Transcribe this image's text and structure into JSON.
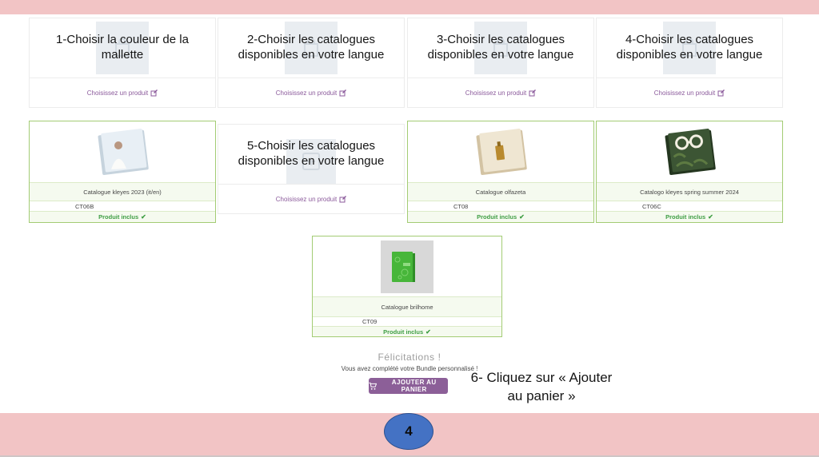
{
  "page": {
    "page_number": "4",
    "accent_pink": "#f2c4c5",
    "ellipse_blue": "#4472c4"
  },
  "selectors": [
    {
      "title": "1-Choisir la couleur de la mallette",
      "link_label": "Choisissez un produit"
    },
    {
      "title": "2-Choisir les catalogues disponibles en votre langue",
      "link_label": "Choisissez un produit"
    },
    {
      "title": "3-Choisir les catalogues disponibles en votre langue",
      "link_label": "Choisissez un produit"
    },
    {
      "title": "4-Choisir les catalogues disponibles en votre langue",
      "link_label": "Choisissez un produit"
    },
    {
      "title": "5-Choisir les catalogues disponibles en votre langue",
      "link_label": "Choisissez un produit"
    }
  ],
  "products": [
    {
      "name": "Catalogue kleyes 2023 (it/en)",
      "sku": "CT06B",
      "status": "Produit inclus"
    },
    {
      "name": "Catalogue olfazeta",
      "sku": "CT08",
      "status": "Produit inclus"
    },
    {
      "name": "Catalogo kleyes spring summer 2024",
      "sku": "CT06C",
      "status": "Produit inclus"
    },
    {
      "name": "Catalogue brilhome",
      "sku": "CT09",
      "status": "Produit inclus"
    }
  ],
  "congrats": {
    "title": "Félicitations !",
    "subtitle": "Vous avez complété votre Bundle personnalisé !",
    "add_to_cart_label": "AJOUTER AU PANIER"
  },
  "step6": {
    "line1": "6- Cliquez sur « Ajouter",
    "line2": "au panier »"
  },
  "icons": {
    "check": "✔",
    "bag_icon_name": "bag-icon",
    "plus_icon_name": "plus-square-icon",
    "edit_icon_name": "edit-icon",
    "cart_icon_name": "cart-icon"
  },
  "colors": {
    "green_border": "#a3cc74",
    "green_band": "#f5faef",
    "green_text": "#3f9e44",
    "purple_link": "#8b5a9b",
    "button_purple": "#8c5f98"
  }
}
